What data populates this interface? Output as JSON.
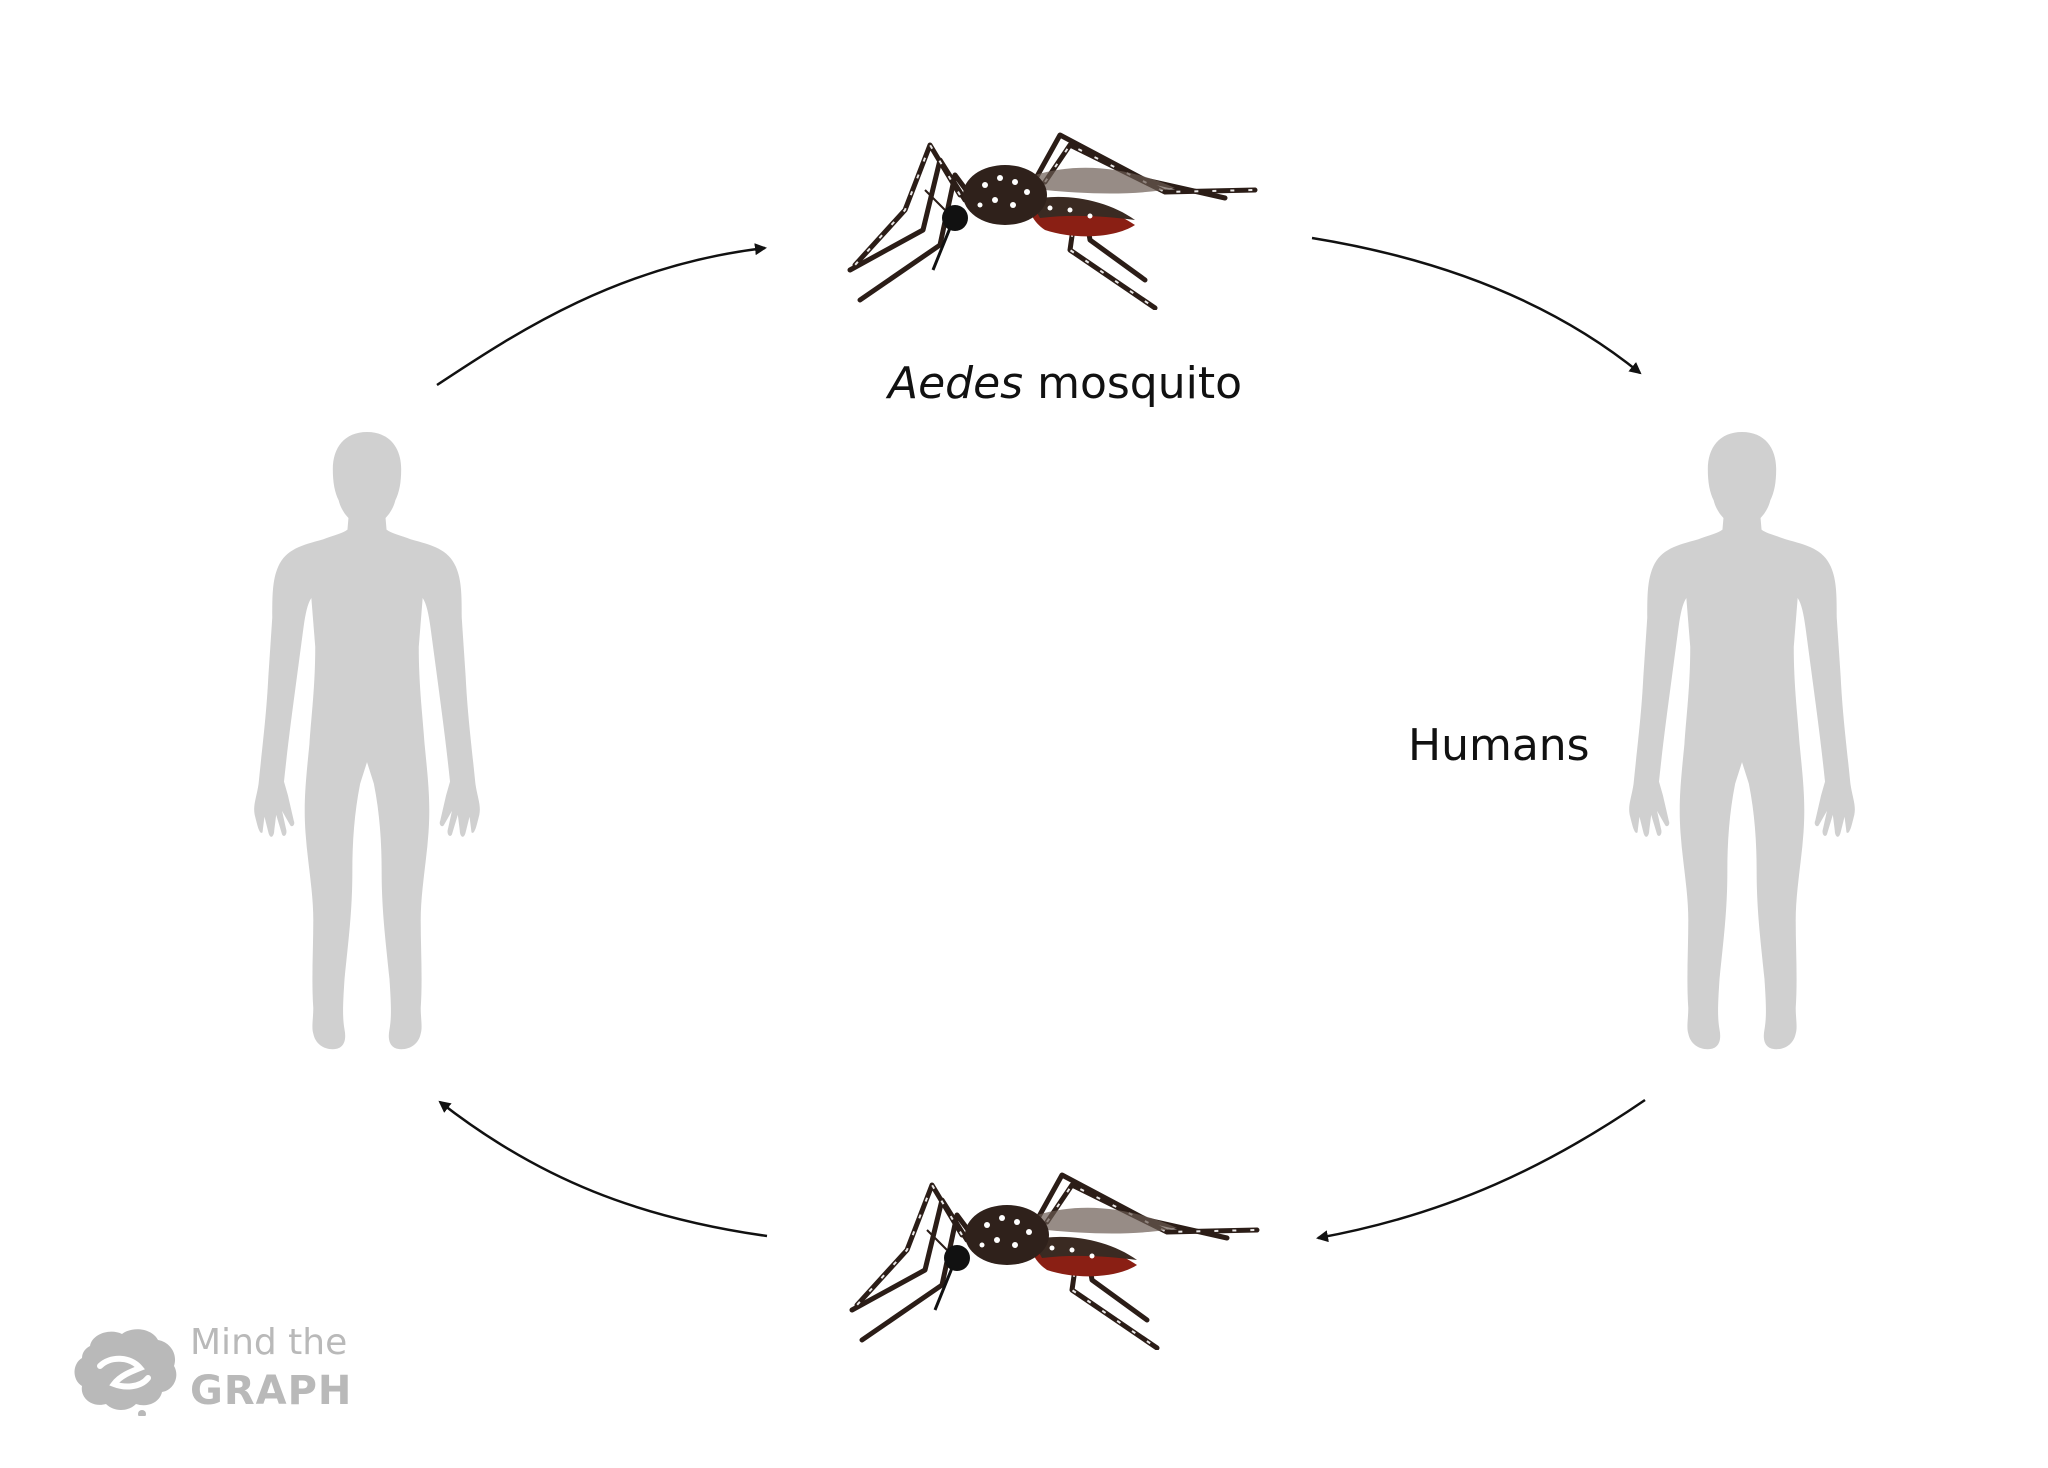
{
  "labels": {
    "mosquito_italic": "Aedes",
    "mosquito_rest": " mosquito",
    "humans": "Humans"
  },
  "logo": {
    "line1": "Mind the",
    "line2": "GRAPH"
  },
  "colors": {
    "human_fill": "#d0d0d0",
    "arrow": "#111111",
    "mosquito_body": "#3a2a22",
    "mosquito_abdomen": "#8a1f14",
    "logo": "#b9b9b9"
  },
  "icons": [
    "human-silhouette-icon",
    "mosquito-icon",
    "brain-logo-icon"
  ]
}
